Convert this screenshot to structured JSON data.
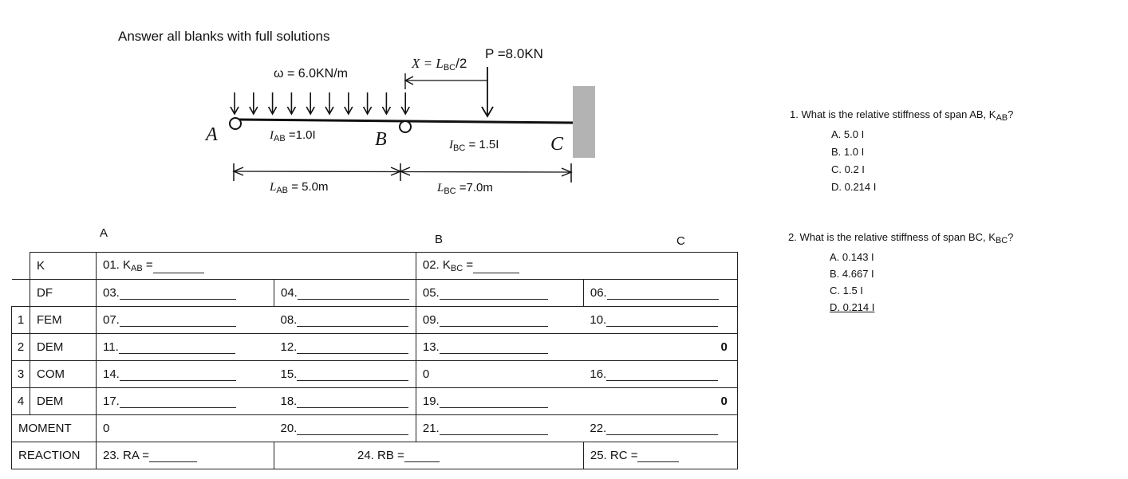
{
  "instruction": "Answer all blanks with full solutions",
  "diagram": {
    "w_label": "ω = 6.0KN/m",
    "x_label": "X = L",
    "x_sub": "BC",
    "x_tail": "/2",
    "p_label": "P =8.0KN",
    "point_a": "A",
    "point_b": "B",
    "point_c": "C",
    "iab_pre": "I",
    "iab_sub": "AB",
    "iab_val": " =1.0I",
    "ibc_pre": "I",
    "ibc_sub": "BC",
    "ibc_val": " = 1.5I",
    "lab_pre": "L",
    "lab_sub": "AB",
    "lab_val": " = 5.0m",
    "lbc_pre": "L",
    "lbc_sub": "BC",
    "lbc_val": " =7.0m"
  },
  "table": {
    "col_a": "A",
    "col_b": "B",
    "col_c": "C",
    "k_label": "K",
    "df_label": "DF",
    "fem_label": "FEM",
    "dem_label": "DEM",
    "com_label": "COM",
    "moment_label": "MOMENT",
    "reaction_label": "REACTION",
    "idx1": "1",
    "idx2": "2",
    "idx3": "3",
    "idx4": "4",
    "k01_pre": "01. K",
    "k01_sub": "AB",
    "k01_eq": " =",
    "k02_pre": "02. K",
    "k02_sub": "BC",
    "k02_eq": " =",
    "b03": "03.",
    "b04": "04.",
    "b05": "05.",
    "b06": "06.",
    "b07": "07.",
    "b08": "08.",
    "b09": "09.",
    "b10": "10.",
    "b11": "11.",
    "b12": "12.",
    "b13": "13.",
    "zero_r2": "0",
    "b14": "14.",
    "b15": "15.",
    "zero_c3": "0",
    "b16": "16.",
    "b17": "17.",
    "b18": "18.",
    "b19": "19.",
    "zero_r4": "0",
    "moment_a": "0",
    "b20": "20.",
    "b21": "21.",
    "b22": "22.",
    "ra": "23. RA =",
    "rb": "24. RB =",
    "rc": "25. RC ="
  },
  "questions": [
    {
      "stem": "1. What is the relative stiffness of span AB, K",
      "stem_sub": "AB",
      "stem_end": "?",
      "options": [
        "A. 5.0 I",
        "B. 1.0 I",
        "C. 0.2 I",
        "D. 0.214 I"
      ]
    },
    {
      "stem": "2. What is the relative stiffness of span BC, K",
      "stem_sub": "BC",
      "stem_end": "?",
      "options": [
        "A. 0.143 I",
        "B. 4.667 I",
        "C. 1.5 I",
        "D. 0.214 I"
      ]
    }
  ]
}
